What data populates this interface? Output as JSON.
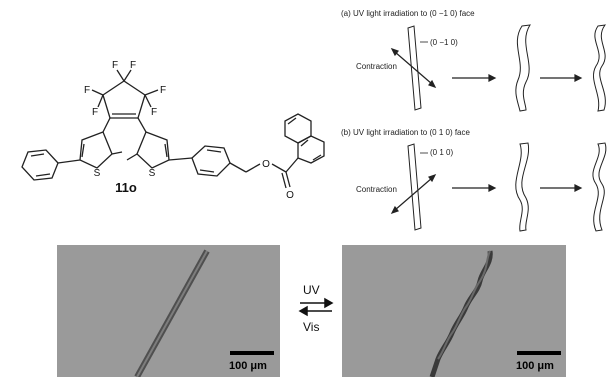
{
  "molecule": {
    "compound_label": "11o",
    "atoms": {
      "fluorine": "F",
      "sulfur": "S",
      "oxygen": "O"
    }
  },
  "schematic_a": {
    "caption": "(a) UV light irradiation to (0 −1 0) face",
    "face_label": "(0 −1 0)",
    "contraction_label": "Contraction"
  },
  "schematic_b": {
    "caption": "(b) UV light irradiation to (0 1 0) face",
    "face_label": "(0 1 0)",
    "contraction_label": "Contraction"
  },
  "photos": {
    "left_scale": "100 μm",
    "right_scale": "100 μm",
    "forward_label": "UV",
    "reverse_label": "Vis"
  },
  "colors": {
    "photo_bg": "#9a9a9a",
    "line": "#222222"
  }
}
